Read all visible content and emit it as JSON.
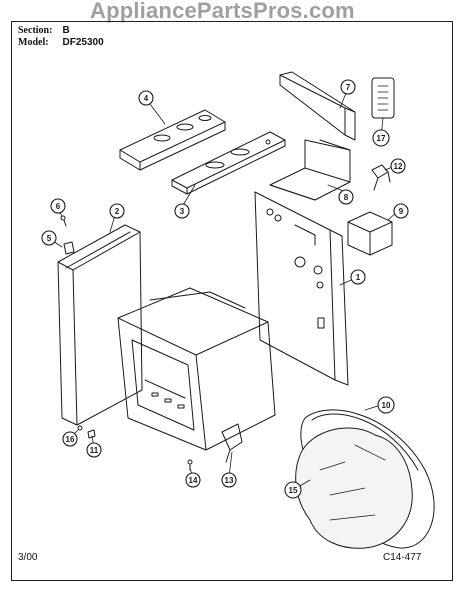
{
  "watermark": "AppliancePartsPros.com",
  "header": {
    "section_label": "Section:",
    "section_value": "B",
    "model_label": "Model:",
    "model_value": "DF25300"
  },
  "footer": {
    "date": "3/00",
    "code": "C14-477"
  },
  "callouts": [
    "1",
    "2",
    "3",
    "4",
    "5",
    "6",
    "7",
    "8",
    "9",
    "10",
    "11",
    "12",
    "13",
    "14",
    "15",
    "16",
    "17"
  ],
  "colors": {
    "ink": "#1a1a1a",
    "watermark": "#9a9a9a",
    "frame": "#222222"
  }
}
